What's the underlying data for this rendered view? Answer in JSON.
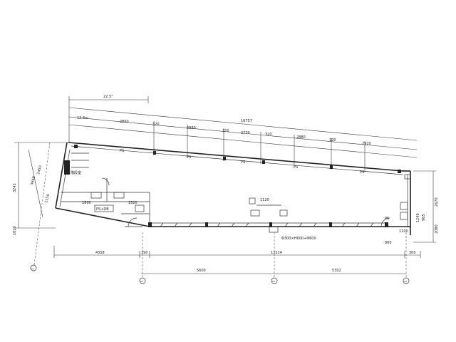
{
  "top_dims": {
    "overall_label": "16757",
    "angle_label": "22.5°",
    "segments": [
      "12.6m",
      "2860",
      "320",
      "2980",
      "320",
      "2770",
      "320",
      "2880",
      "320",
      "2920"
    ]
  },
  "room_labels": {
    "ps_left": "PS",
    "ps_mid": "PS",
    "ps_right": "PS",
    "ps_right2": "PS",
    "ps_far_right": "PS",
    "ps_bottom_right": "PS",
    "ps_db": "PS+DB",
    "stair_label": "階段室",
    "dim_1800": "1800",
    "dim_1520": "1520",
    "dim_1120": "1120",
    "opening_note": "Φ300×H600+Φ600"
  },
  "left_dims": [
    "3648",
    "2450",
    "1150",
    "3241",
    "1020"
  ],
  "right_dims": [
    "2670",
    "2080",
    "965",
    "1240",
    "1100",
    "800"
  ],
  "bottom_dims": {
    "row1": [
      "4358",
      "390",
      "13224",
      "300"
    ],
    "row2": [
      "5600",
      "5302"
    ]
  },
  "grid_markers": [
    "X1",
    "X2",
    "X3",
    "Y1"
  ]
}
